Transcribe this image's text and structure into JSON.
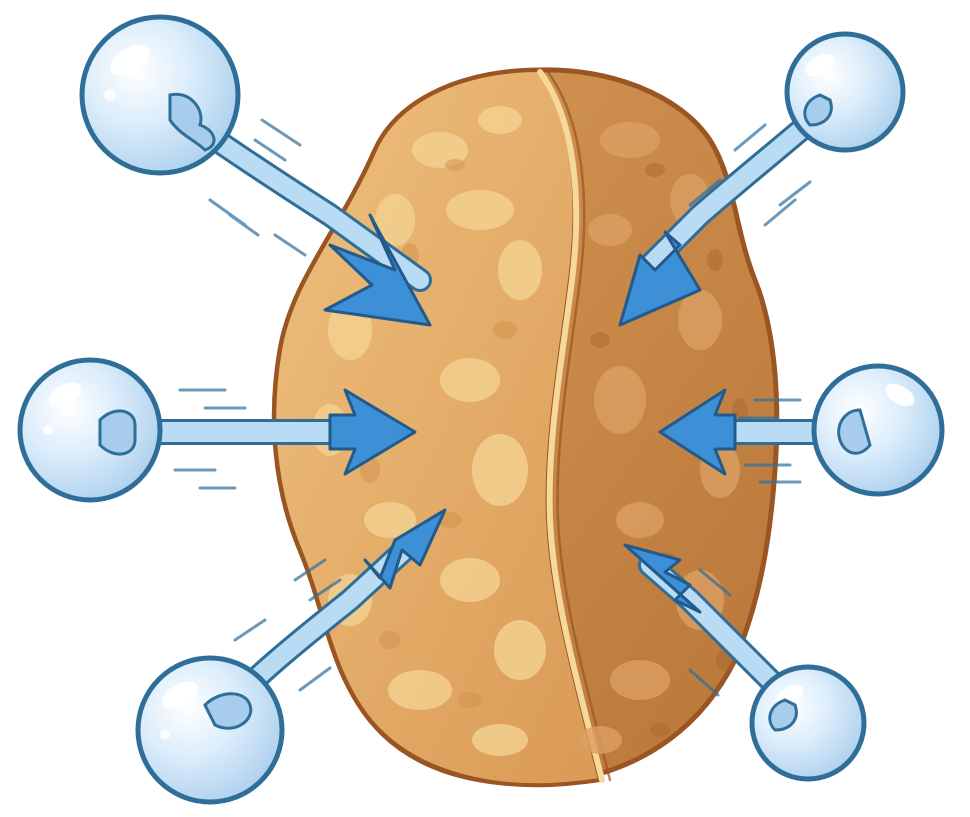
{
  "illustration": {
    "subject": "bread-piece",
    "arrow_count": 6,
    "droplet_count": 6,
    "colors": {
      "background": "#ffffff",
      "crust_outline": "#9a5523",
      "crust_left": "#e6ad68",
      "crust_right": "#c98a4a",
      "crumb_highlight": "#f3d08f",
      "crumb_shadow": "#c8894a",
      "droplet_fill": "#d9ecfb",
      "droplet_outline": "#2f6e98",
      "droplet_shine": "#ffffff",
      "stream": "#9fcaec",
      "arrow": "#3d8fd6",
      "arrow_outline": "#235a8c",
      "motion_lines": "#2e6f9e"
    },
    "icons": [
      "water-droplet-icon",
      "inward-arrow-icon"
    ]
  }
}
